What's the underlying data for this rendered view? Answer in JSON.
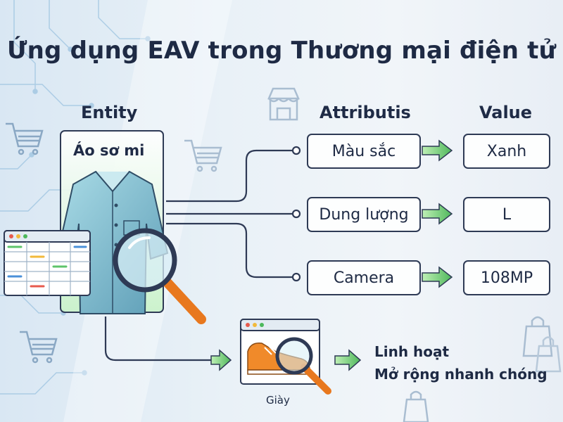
{
  "title": "Ứng dụng EAV trong Thương mại điện tử",
  "columns": {
    "entity": "Entity",
    "attributes": "Attributis",
    "value": "Value"
  },
  "entity": {
    "name": "Áo sơ mi"
  },
  "rows": [
    {
      "attribute": "Màu sắc",
      "value": "Xanh"
    },
    {
      "attribute": "Dung lượng",
      "value": "L"
    },
    {
      "attribute": "Camera",
      "value": "108MP"
    }
  ],
  "example": {
    "label": "Giày"
  },
  "benefits": [
    "Linh hoạt",
    "Mở rộng nhanh chóng"
  ],
  "colors": {
    "line": "#2e3a55",
    "arrow_fill": "#5ec46a",
    "arrow_fill_light": "#a8e6a0",
    "shirt": "#8fc6d6",
    "shirt_dark": "#4f8fa8",
    "highlight": "#c8f2c8",
    "magnifier_handle": "#e8781e",
    "shoe": "#f08a2a",
    "circuit": "#9cc3e0"
  },
  "icons": [
    "shirt-icon",
    "magnifier-icon",
    "table-icon",
    "shopping-cart-icon",
    "shop-icon",
    "shopping-bag-icon",
    "browser-window-icon",
    "shoe-icon",
    "arrow-right-icon"
  ]
}
